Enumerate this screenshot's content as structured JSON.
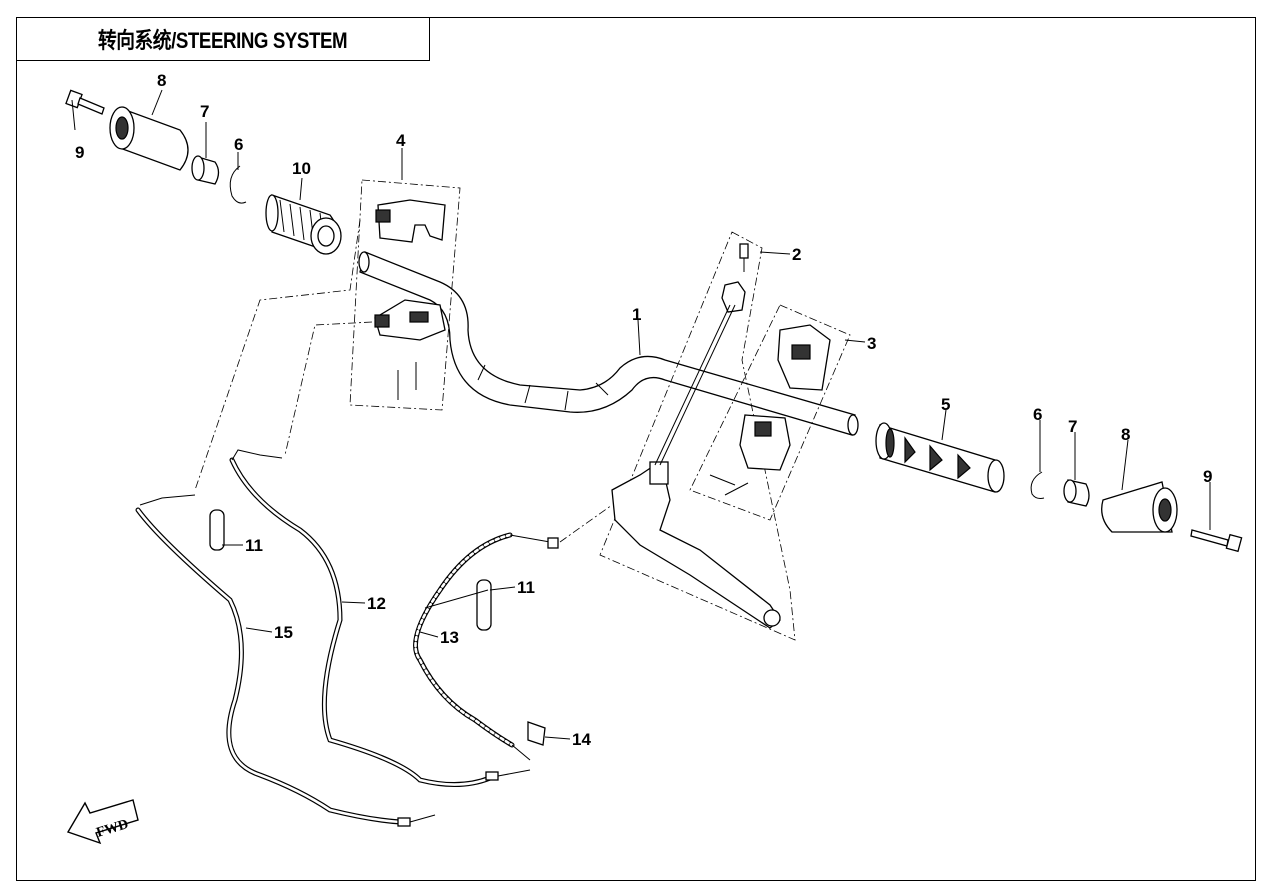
{
  "title": "转向系统/STEERING SYSTEM",
  "fwd_label": "FWD",
  "callouts": {
    "c1": "1",
    "c2": "2",
    "c3": "3",
    "c4": "4",
    "c5": "5",
    "c6a": "6",
    "c6b": "6",
    "c7a": "7",
    "c7b": "7",
    "c8a": "8",
    "c8b": "8",
    "c9a": "9",
    "c9b": "9",
    "c10": "10",
    "c11a": "11",
    "c11b": "11",
    "c12": "12",
    "c13": "13",
    "c14": "14",
    "c15": "15"
  }
}
